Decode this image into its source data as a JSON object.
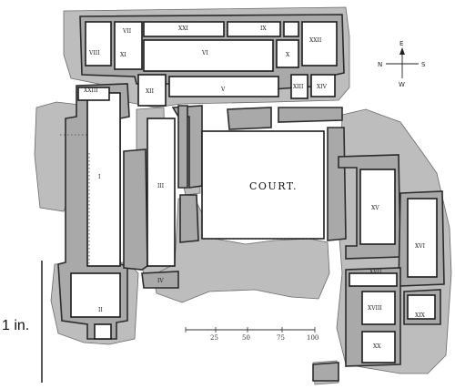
{
  "court_label": "COURT.",
  "rooms": {
    "r1": "I",
    "r2": "II",
    "r3": "III",
    "r4": "IV",
    "r5": "V",
    "r6": "VI",
    "r7": "VII",
    "r8": "VIII",
    "r9": "IX",
    "r10": "X",
    "r11": "XI",
    "r12": "XII",
    "r13": "XIII",
    "r14": "XIV",
    "r15": "XV",
    "r16": "XVI",
    "r17": "XVII",
    "r18": "XVIII",
    "r19": "XIX",
    "r20": "XX",
    "r21": "XXI",
    "r22": "XXII",
    "r23": "XXIII"
  },
  "compass": {
    "n": "N",
    "s": "S",
    "e": "E",
    "w": "W"
  },
  "scale": {
    "ticks": [
      "25",
      "50",
      "75",
      "100"
    ]
  },
  "reference": {
    "label": "1 in."
  }
}
